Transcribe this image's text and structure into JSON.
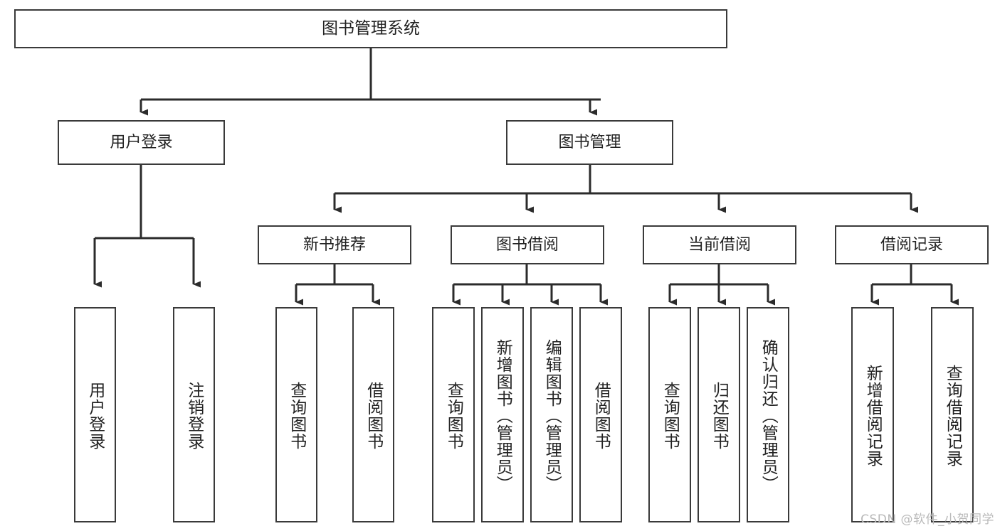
{
  "diagram": {
    "type": "tree",
    "title": "图书管理系统",
    "style": {
      "background": "#ffffff",
      "box_border": "#3a3a3a",
      "text": "#222222",
      "connector": "#2b2b2b",
      "watermark": "#b9b9b9"
    },
    "levels": {
      "root": "图书管理系统",
      "level2": [
        "用户登录",
        "图书管理"
      ],
      "level3": [
        "新书推荐",
        "图书借阅",
        "当前借阅",
        "借阅记录"
      ]
    },
    "nodes": {
      "root": {
        "label": "图书管理系统"
      },
      "user_login": {
        "label": "用户登录"
      },
      "book_manage": {
        "label": "图书管理"
      },
      "new_book_rec": {
        "label": "新书推荐"
      },
      "book_borrow": {
        "label": "图书借阅"
      },
      "current_borrow": {
        "label": "当前借阅"
      },
      "borrow_record": {
        "label": "借阅记录"
      },
      "leaf_user_login": {
        "label": "用户登录"
      },
      "leaf_logout": {
        "label": "注销登录"
      },
      "leaf_query_book_1": {
        "label": "查询图书"
      },
      "leaf_borrow_book_1": {
        "label": "借阅图书"
      },
      "leaf_query_book_2": {
        "label": "查询图书"
      },
      "leaf_add_book_admin": {
        "label": "新增图书（管理员）"
      },
      "leaf_edit_book_admin": {
        "label": "编辑图书（管理员）"
      },
      "leaf_borrow_book_2": {
        "label": "借阅图书"
      },
      "leaf_query_book_3": {
        "label": "查询图书"
      },
      "leaf_return_book": {
        "label": "归还图书"
      },
      "leaf_confirm_return_admin": {
        "label": "确认归还（管理员）"
      },
      "leaf_add_record": {
        "label": "新增借阅记录"
      },
      "leaf_query_record": {
        "label": "查询借阅记录"
      }
    },
    "edges": [
      {
        "from": "root",
        "to": "user_login"
      },
      {
        "from": "root",
        "to": "book_manage"
      },
      {
        "from": "user_login",
        "to": "leaf_user_login"
      },
      {
        "from": "user_login",
        "to": "leaf_logout"
      },
      {
        "from": "book_manage",
        "to": "new_book_rec"
      },
      {
        "from": "book_manage",
        "to": "book_borrow"
      },
      {
        "from": "book_manage",
        "to": "current_borrow"
      },
      {
        "from": "book_manage",
        "to": "borrow_record"
      },
      {
        "from": "new_book_rec",
        "to": "leaf_query_book_1"
      },
      {
        "from": "new_book_rec",
        "to": "leaf_borrow_book_1"
      },
      {
        "from": "book_borrow",
        "to": "leaf_query_book_2"
      },
      {
        "from": "book_borrow",
        "to": "leaf_add_book_admin"
      },
      {
        "from": "book_borrow",
        "to": "leaf_edit_book_admin"
      },
      {
        "from": "book_borrow",
        "to": "leaf_borrow_book_2"
      },
      {
        "from": "current_borrow",
        "to": "leaf_query_book_3"
      },
      {
        "from": "current_borrow",
        "to": "leaf_return_book"
      },
      {
        "from": "current_borrow",
        "to": "leaf_confirm_return_admin"
      },
      {
        "from": "borrow_record",
        "to": "leaf_add_record"
      },
      {
        "from": "borrow_record",
        "to": "leaf_query_record"
      }
    ]
  },
  "watermark": {
    "text": "CSDN @软件_小贺同学"
  }
}
